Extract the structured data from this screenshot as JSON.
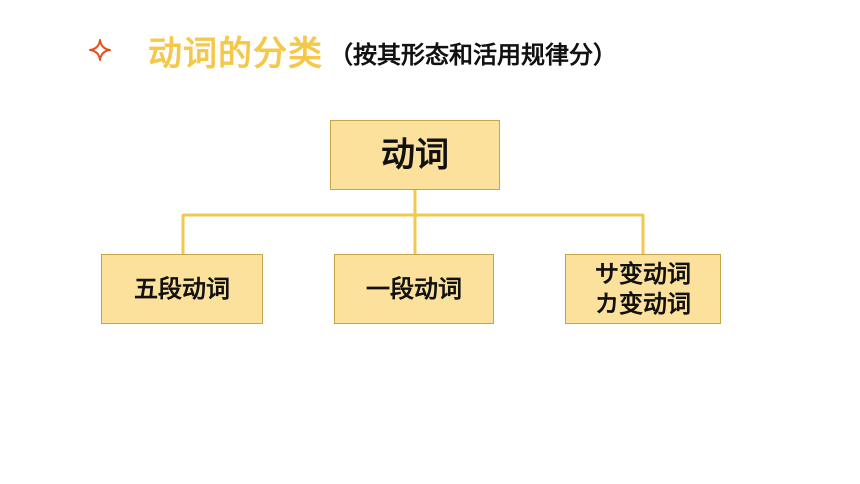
{
  "title": {
    "bullet_icon": "four-point-star-icon",
    "main": "动词的分类",
    "sub": "（按其形态和活用规律分）"
  },
  "diagram": {
    "root": "动词",
    "children": [
      {
        "lines": [
          "五段动词"
        ]
      },
      {
        "lines": [
          "一段动词"
        ]
      },
      {
        "lines": [
          "サ变动词",
          "カ变动词"
        ]
      }
    ]
  },
  "colors": {
    "title_accent": "#F5C84A",
    "bullet": "#E8501E",
    "box_fill": "#FBE19C",
    "box_border": "#C9A54A",
    "connector": "#F2C94C",
    "text": "#111111"
  }
}
